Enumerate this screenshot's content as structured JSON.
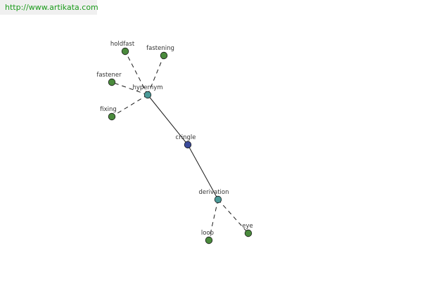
{
  "source_url": "http://www.artikata.com",
  "colors": {
    "center_node": "#3a4a9a",
    "relation_node": "#4a9a98",
    "leaf_node": "#4a8a3c",
    "edge": "#1a1a1a",
    "node_outline": "#1a1a1a",
    "source_text": "#1a9a1a"
  },
  "nodes": [
    {
      "id": "cringle",
      "label": "cringle",
      "kind": "center"
    },
    {
      "id": "hypernym",
      "label": "hypernym",
      "kind": "relation"
    },
    {
      "id": "derivation",
      "label": "derivation",
      "kind": "relation"
    },
    {
      "id": "holdfast",
      "label": "holdfast",
      "kind": "leaf"
    },
    {
      "id": "fastening",
      "label": "fastening",
      "kind": "leaf"
    },
    {
      "id": "fastener",
      "label": "fastener",
      "kind": "leaf"
    },
    {
      "id": "fixing",
      "label": "fixing",
      "kind": "leaf"
    },
    {
      "id": "loop",
      "label": "loop",
      "kind": "leaf"
    },
    {
      "id": "eye",
      "label": "eye",
      "kind": "leaf"
    }
  ],
  "edges": [
    {
      "from": "cringle",
      "to": "hypernym",
      "style": "solid"
    },
    {
      "from": "cringle",
      "to": "derivation",
      "style": "solid"
    },
    {
      "from": "hypernym",
      "to": "holdfast",
      "style": "dashed"
    },
    {
      "from": "hypernym",
      "to": "fastening",
      "style": "dashed"
    },
    {
      "from": "hypernym",
      "to": "fastener",
      "style": "dashed"
    },
    {
      "from": "hypernym",
      "to": "fixing",
      "style": "dashed"
    },
    {
      "from": "derivation",
      "to": "loop",
      "style": "dashed"
    },
    {
      "from": "derivation",
      "to": "eye",
      "style": "dashed"
    }
  ]
}
